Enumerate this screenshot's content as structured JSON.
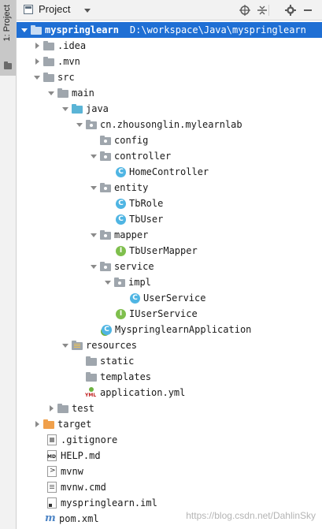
{
  "sidebar": {
    "tab_label": "1: Project"
  },
  "header": {
    "title": "Project"
  },
  "tree": {
    "root": {
      "name": "myspringlearn",
      "path": "D:\\workspace\\Java\\myspringlearn"
    },
    "items": [
      "myspringlearn",
      ".idea",
      ".mvn",
      "src",
      "main",
      "java",
      "cn.zhousonglin.mylearnlab",
      "config",
      "controller",
      "HomeController",
      "entity",
      "TbRole",
      "TbUser",
      "mapper",
      "TbUserMapper",
      "service",
      "impl",
      "UserService",
      "IUserService",
      "MyspringlearnApplication",
      "resources",
      "static",
      "templates",
      "application.yml",
      "test",
      "target",
      ".gitignore",
      "HELP.md",
      "mvnw",
      "mvnw.cmd",
      "myspringlearn.iml",
      "pom.xml"
    ]
  },
  "watermark": "https://blog.csdn.net/DahlinSky",
  "colors": {
    "selection": "#1f6fd4",
    "folder": "#9fa6ad",
    "source_folder": "#5ab4d6",
    "excluded_folder": "#f0a04b",
    "class_icon": "#4fb5e3",
    "interface_icon": "#7fbf4d"
  },
  "icons": [
    "project-icon",
    "dropdown-caret-icon",
    "locate-icon",
    "collapse-all-icon",
    "settings-gear-icon",
    "hide-icon",
    "folder-icon",
    "class-icon",
    "interface-icon",
    "file-icon",
    "maven-icon"
  ]
}
